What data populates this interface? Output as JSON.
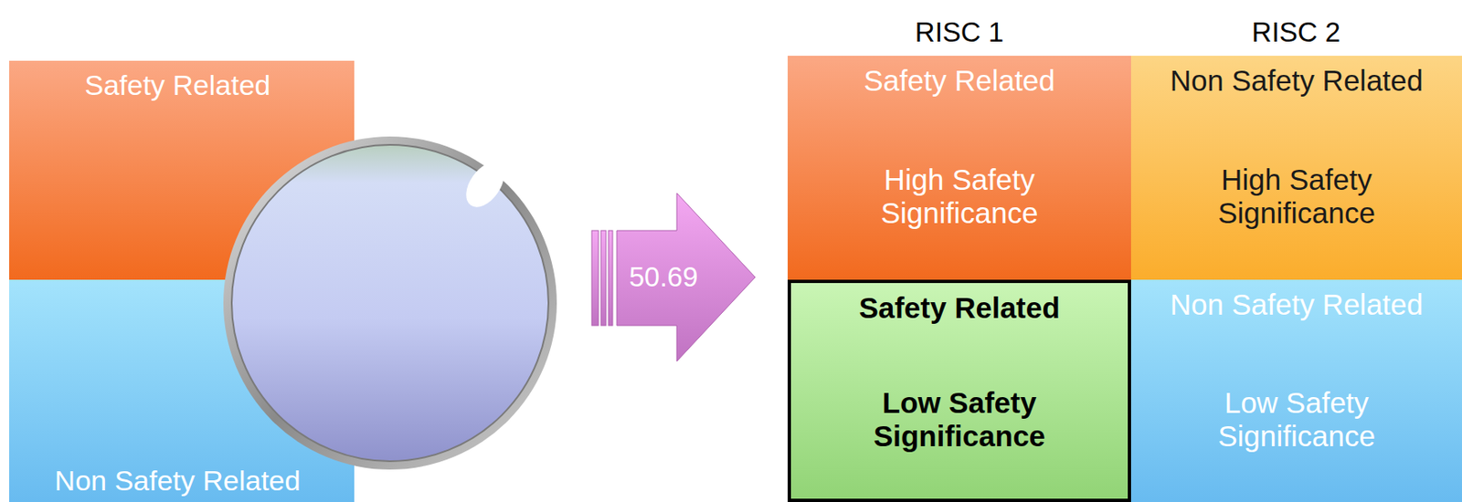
{
  "diagram": {
    "nodes": [
      {
        "text": [
          "Safety Related"
        ]
      },
      {
        "text": [
          "Non Safety Related"
        ]
      },
      {
        "text": [
          "50.69"
        ]
      },
      {
        "text": [
          "Safety Related",
          "High Safety Significance"
        ]
      },
      {
        "text": [
          "Non Safety Related",
          "High Safety Significance"
        ]
      },
      {
        "text": [
          "Safety Related",
          "Low Safety Significance"
        ]
      },
      {
        "text": [
          "Non Safety Related",
          "Low Safety Significance"
        ]
      }
    ],
    "labels": [
      "RISC 1",
      "RISC 2"
    ]
  }
}
